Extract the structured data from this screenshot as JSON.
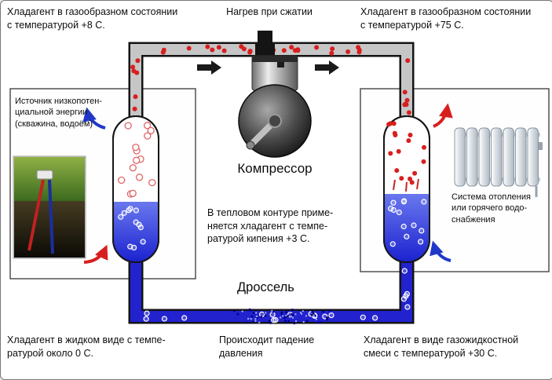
{
  "diagram": {
    "labels": {
      "top_left": "Хладагент в газообразном состоянии\nс температурой +8 С.",
      "compression_heat": "Нагрев при сжатии",
      "top_right": "Хладагент в газообразном состоянии\nс температурой +75 С.",
      "low_potential_source": "Источник низкопотен-\nциальной энергии\n(скважина, водоём)",
      "compressor": "Компрессор",
      "refrigerant_note": "В тепловом контуре приме-\nняется хладагент с темпе-\nратурой кипения +3 С.",
      "throttle": "Дроссель",
      "heating_system": "Система отопления\nили горячего водо-\nснабжения",
      "bottom_left": "Хладагент в жидком виде с темпе-\nратурой около 0 С.",
      "pressure_drop": "Происходит падение\nдавления",
      "bottom_right": "Хладагент в виде газожидкостной\nсмеси с температурой +30 С."
    },
    "colors": {
      "hot_gas_red": "#d81f1f",
      "cold_liquid_blue": "#2222cf",
      "pipe_gray": "#c6c6c6"
    }
  }
}
